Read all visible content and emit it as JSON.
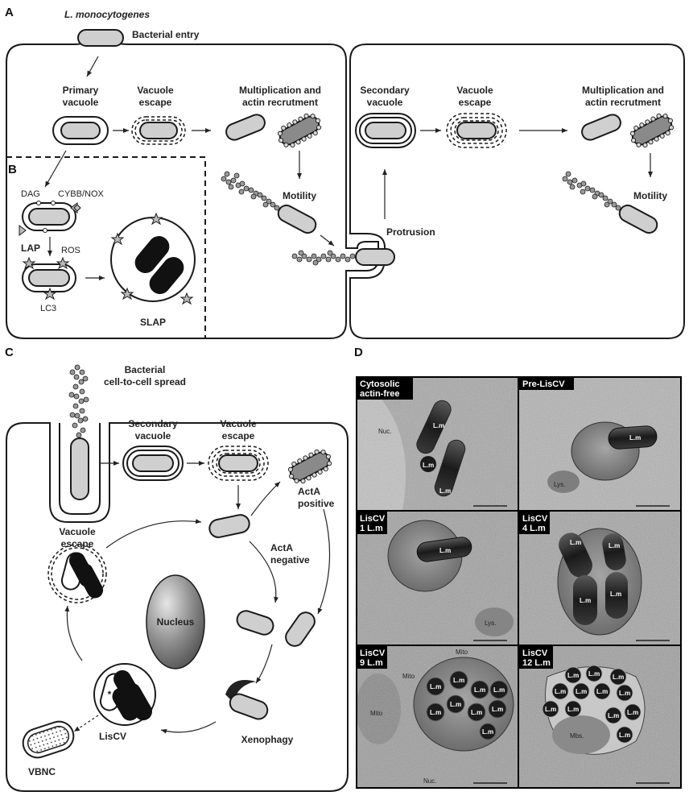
{
  "panel_a": {
    "letter": "A",
    "species": "L. monocytogenes",
    "bacterial_entry": "Bacterial entry",
    "primary_vacuole": [
      "Primary",
      "vacuole"
    ],
    "vacuole_escape": [
      "Vacuole",
      "escape"
    ],
    "multiplication": [
      "Multiplication and",
      "actin recrutment"
    ],
    "motility": "Motility",
    "protrusion": "Protrusion",
    "secondary_vacuole": [
      "Secondary",
      "vacuole"
    ],
    "vacuole_escape_2": [
      "Vacuole",
      "escape"
    ],
    "multiplication_2": [
      "Multiplication and",
      "actin recrutment"
    ],
    "motility_2": "Motility"
  },
  "panel_b": {
    "letter": "B",
    "dag": "DAG",
    "cybb": "CYBB/NOX",
    "lap": "LAP",
    "ros": "ROS",
    "lc3": "LC3",
    "slap": "SLAP"
  },
  "panel_c": {
    "letter": "C",
    "spread": [
      "Bacterial",
      "cell-to-cell spread"
    ],
    "secondary_vacuole": [
      "Secondary",
      "vacuole"
    ],
    "vacuole_escape": [
      "Vacuole",
      "escape"
    ],
    "acta_positive": [
      "ActA",
      "positive"
    ],
    "acta_negative": [
      "ActA",
      "negative"
    ],
    "vacuole_escape_left": [
      "Vacuole",
      "escape"
    ],
    "nucleus": "Nucleus",
    "xenophagy": "Xenophagy",
    "liscv": "LisCV",
    "vbnc": "VBNC",
    "asterisk": "*"
  },
  "panel_d": {
    "letter": "D",
    "tiles": [
      {
        "caption": [
          "Cytosolic",
          "actin-free"
        ],
        "labels": [
          "Nuc.",
          "L.m",
          "L.m",
          "L.m"
        ]
      },
      {
        "caption": [
          "Pre-LisCV"
        ],
        "labels": [
          "L.m",
          "Lys."
        ]
      },
      {
        "caption": [
          "LisCV",
          "1 L.m"
        ],
        "labels": [
          "L.m",
          "Lys."
        ]
      },
      {
        "caption": [
          "LisCV",
          "4 L.m"
        ],
        "labels": [
          "L.m",
          "L.m",
          "L.m",
          "L.m"
        ]
      },
      {
        "caption": [
          "LisCV",
          "9 L.m"
        ],
        "labels": [
          "Mito",
          "Mito",
          "Mito",
          "Nuc.",
          "L.m",
          "L.m",
          "L.m",
          "L.m",
          "L.m",
          "L.m",
          "L.m",
          "L.m",
          "L.m"
        ]
      },
      {
        "caption": [
          "LisCV",
          "12 L.m"
        ],
        "labels": [
          "Mbs.",
          "L.m",
          "L.m",
          "L.m",
          "L.m",
          "L.m",
          "L.m",
          "L.m",
          "L.m",
          "L.m",
          "L.m",
          "L.m",
          "L.m"
        ]
      }
    ]
  },
  "colors": {
    "bacterium_fill": "#cfcfcf",
    "bacterium_dark": "#7a7a7a",
    "outline": "#1a1a1a",
    "em_background": "#9a9a9a"
  }
}
